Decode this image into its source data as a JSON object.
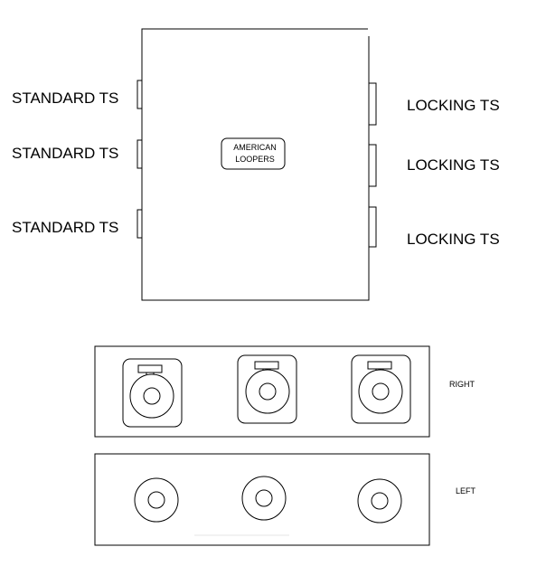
{
  "enclosure": {
    "badge_line1": "AMERICAN",
    "badge_line2": "LOOPERS",
    "left_jacks": [
      "STANDARD TS",
      "STANDARD TS",
      "STANDARD TS"
    ],
    "right_jacks": [
      "LOCKING TS",
      "LOCKING TS",
      "LOCKING TS"
    ]
  },
  "panels": {
    "right_label": "RIGHT",
    "left_label": "LEFT"
  }
}
